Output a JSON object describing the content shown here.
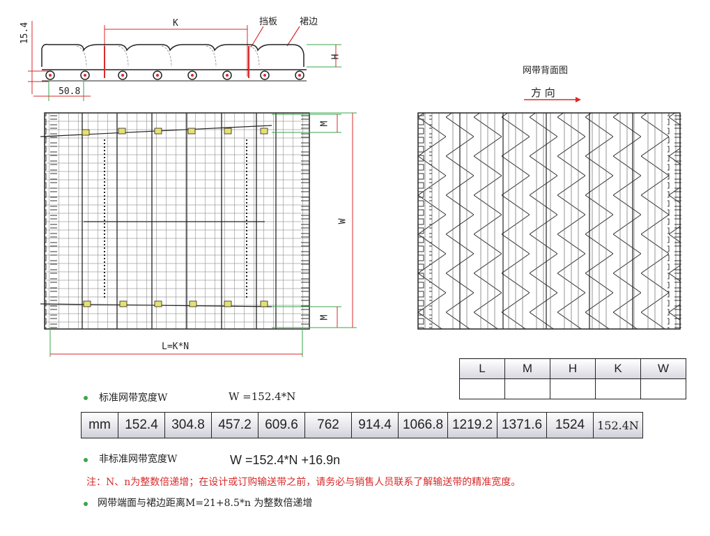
{
  "top_labels": {
    "baffle": "挡板",
    "skirt": "裙边",
    "K": "K",
    "H": "H",
    "pitch": "50.8",
    "thickness": "15.4"
  },
  "plan_labels": {
    "M_top": "M",
    "M_bottom": "M",
    "W": "W",
    "L": "L=K*N"
  },
  "back_view": {
    "title": "网带背面图",
    "direction": "方 向"
  },
  "spec_table": {
    "headers": [
      "L",
      "M",
      "H",
      "K",
      "W"
    ],
    "values": [
      "",
      "",
      "",
      "",
      ""
    ]
  },
  "std_width": {
    "label": "标准网带宽度W",
    "formula": "W  =152.4*N"
  },
  "width_table": {
    "cells": [
      "mm",
      "152.4",
      "304.8",
      "457.2",
      "609.6",
      "762",
      "914.4",
      "1066.8",
      "1219.2",
      "1371.6",
      "1524",
      "152.4N"
    ]
  },
  "nonstd_width": {
    "label": "非标准网带宽度W",
    "formula": "W  =152.4*N  +16.9n"
  },
  "note": "注：N、n为整数倍递增；在设计或订购输送带之前，请务必与销售人员联系了解输送带的精准宽度。",
  "skirt_distance": "网带端面与裙边距离M=21+8.5*n 为整数倍递增",
  "colors": {
    "accent_red": "#d92a2a",
    "green": "#3aa64a",
    "line": "#222222"
  }
}
